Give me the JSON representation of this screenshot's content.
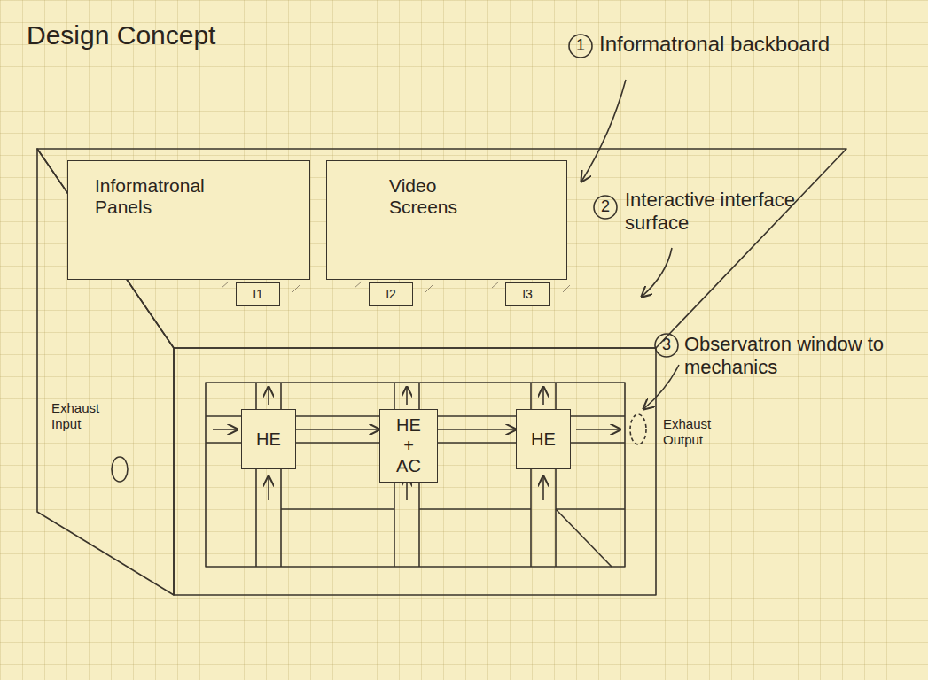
{
  "diagram": {
    "title": "Design Concept",
    "nodes": [
      {
        "text": [
          "Informatronal Panels"
        ]
      },
      {
        "text": [
          "Video Screens"
        ]
      },
      {
        "text": [
          "I1"
        ]
      },
      {
        "text": [
          "I2"
        ]
      },
      {
        "text": [
          "I3"
        ]
      },
      {
        "text": [
          "HE"
        ]
      },
      {
        "text": [
          "HE + AC"
        ]
      },
      {
        "text": [
          "HE"
        ]
      }
    ],
    "edges": [
      {
        "from": 5,
        "to": 6,
        "arrow": "to"
      },
      {
        "from": 6,
        "to": 7,
        "arrow": "to"
      }
    ],
    "labels": [
      "1",
      "Informatronal backboard",
      "2",
      "Interactive interface surface",
      "3",
      "Observatron window to mechanics",
      "Exhaust Input",
      "Exhaust Output"
    ]
  }
}
